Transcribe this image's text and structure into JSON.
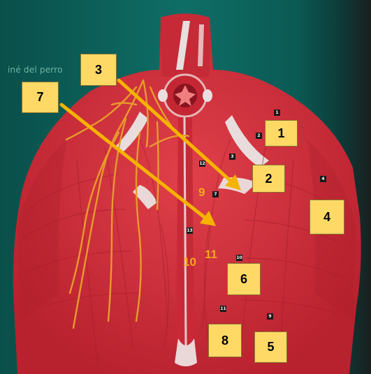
{
  "photo": {
    "caption": "iné del perro"
  },
  "callout_boxes": [
    {
      "id": "box-1",
      "label": "1"
    },
    {
      "id": "box-2",
      "label": "2"
    },
    {
      "id": "box-3",
      "label": "3"
    },
    {
      "id": "box-4",
      "label": "4"
    },
    {
      "id": "box-5",
      "label": "5"
    },
    {
      "id": "box-6",
      "label": "6"
    },
    {
      "id": "box-7",
      "label": "7"
    },
    {
      "id": "box-8",
      "label": "8"
    }
  ],
  "orange_numbers": [
    "9",
    "10",
    "11"
  ],
  "poster_tags": [
    "1",
    "2",
    "3",
    "4",
    "7",
    "9",
    "10",
    "11",
    "12",
    "13"
  ],
  "colors": {
    "muscle": "#d32f3a",
    "muscle_dark": "#b01f2c",
    "nerve": "#e89a2c",
    "arrow": "#f5b300",
    "box_fill": "#ffd966",
    "background": "#0e6e66",
    "caption": "#6fb5a8"
  }
}
